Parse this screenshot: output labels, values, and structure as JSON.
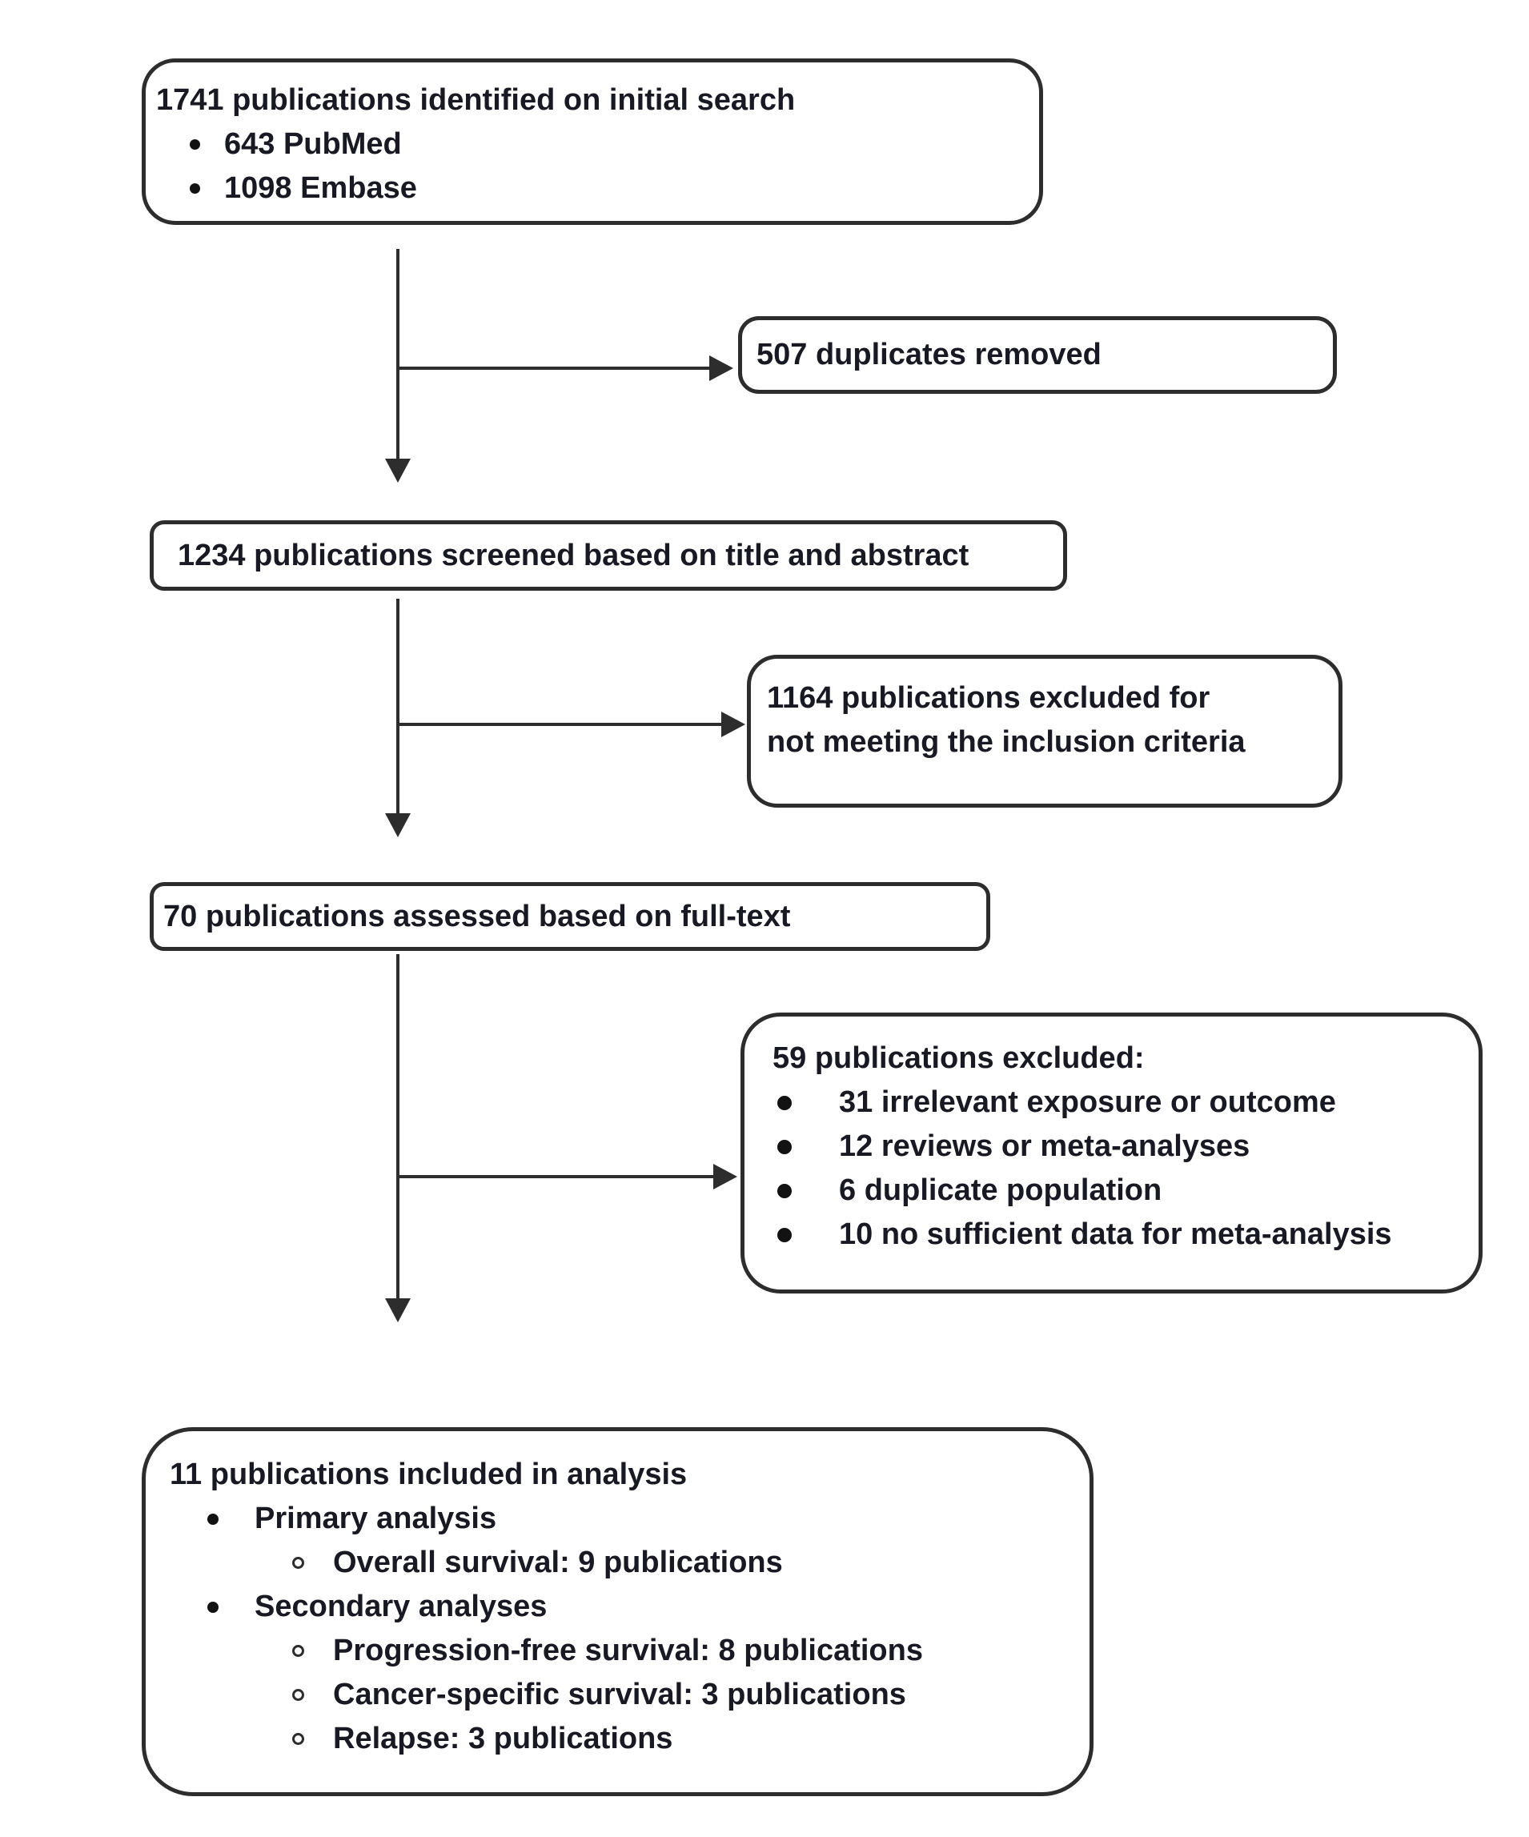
{
  "flow": {
    "identified": {
      "title": "1741 publications identified on initial search",
      "items": [
        "643 PubMed",
        "1098 Embase"
      ]
    },
    "duplicates_removed": {
      "text": "507 duplicates removed"
    },
    "screened": {
      "text": "1234 publications screened based on title and abstract"
    },
    "excluded_screening": {
      "lines": [
        "1164 publications excluded for",
        "not meeting the inclusion criteria"
      ]
    },
    "fulltext_assessed": {
      "text": "70 publications assessed based on full-text"
    },
    "excluded_fulltext": {
      "title": "59 publications excluded:",
      "items": [
        "31 irrelevant exposure or outcome",
        "12 reviews or meta-analyses",
        "6 duplicate population",
        "10 no sufficient data for meta-analysis"
      ]
    },
    "included": {
      "title": "11 publications included in analysis",
      "groups": [
        {
          "label": "Primary analysis",
          "items": [
            "Overall survival: 9 publications"
          ]
        },
        {
          "label": "Secondary analyses",
          "items": [
            "Progression-free survival: 8 publications",
            "Cancer-specific survival: 3 publications",
            "Relapse: 3 publications"
          ]
        }
      ]
    }
  },
  "colors": {
    "box_border": "#2d2d2d",
    "arrow": "#2d2d2d",
    "text": "#191923",
    "background": "#ffffff"
  }
}
